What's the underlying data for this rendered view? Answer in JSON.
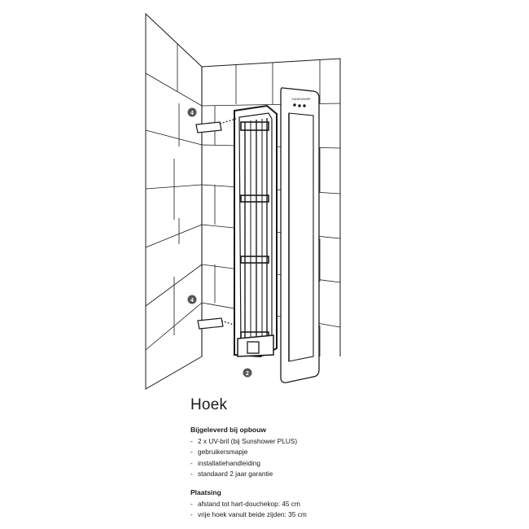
{
  "doc": {
    "title": "Hoek",
    "sections": [
      {
        "heading": "Bijgeleverd bij opbouw",
        "items": [
          "2 x UV-bril (bij Sunshower PLUS)",
          "gebruikersmapje",
          "installatiehandleiding",
          "standaard 2 jaar garantie"
        ]
      },
      {
        "heading": "Plaatsing",
        "items": [
          "afstand tot hart-douchekop: 45 cm",
          "vrije hoek vanuit beide zijden: 35 cm"
        ]
      }
    ]
  },
  "illustration": {
    "markers": [
      "4",
      "4",
      "2"
    ],
    "device_logo": "SUNSHOWER"
  }
}
